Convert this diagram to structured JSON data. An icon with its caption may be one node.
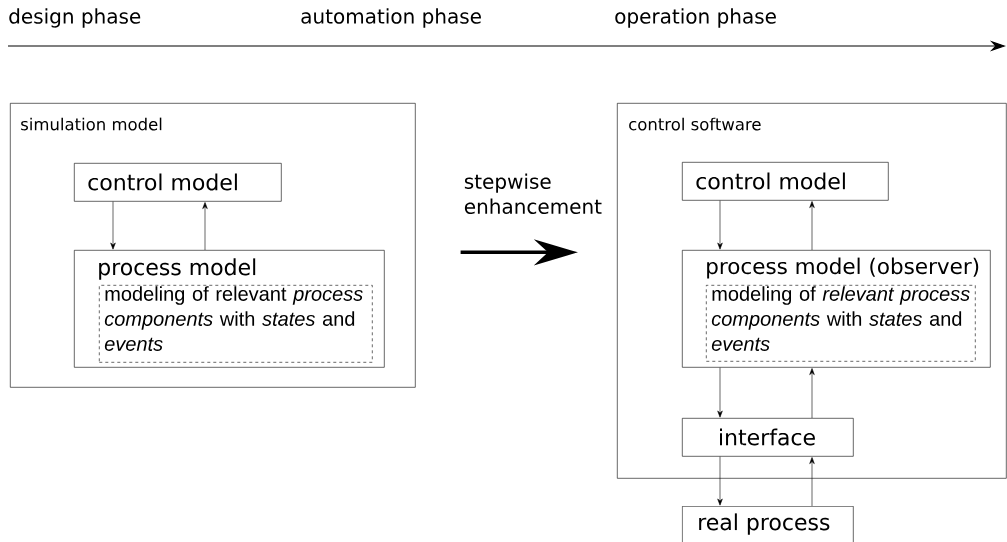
{
  "diagram": {
    "nodes": [
      {
        "text": [
          "simulation model"
        ]
      },
      {
        "text": [
          "control model"
        ],
        "in": 0
      },
      {
        "text": [
          "process model"
        ],
        "in": 0
      },
      {
        "text": [
          "modeling of relevant *process components* with *states* and *events*"
        ],
        "in": 2
      },
      {
        "text": [
          "control software"
        ]
      },
      {
        "text": [
          "control model"
        ],
        "in": 4
      },
      {
        "text": [
          "process model (observer)"
        ],
        "in": 4
      },
      {
        "text": [
          "modeling of *relevant process components* with *states* and *events*"
        ],
        "in": 6
      },
      {
        "text": [
          "interface"
        ],
        "in": 4
      },
      {
        "text": [
          "real process"
        ]
      }
    ],
    "edges": [
      {
        "from": 1,
        "to": 2,
        "arrow": "to"
      },
      {
        "from": 2,
        "to": 1,
        "arrow": "to"
      },
      {
        "from": 0,
        "to": 4,
        "arrow": "to",
        "label": "stepwise enhancement",
        "style": "thick"
      },
      {
        "from": 5,
        "to": 6,
        "arrow": "to"
      },
      {
        "from": 6,
        "to": 5,
        "arrow": "to"
      },
      {
        "from": 6,
        "to": 8,
        "arrow": "to"
      },
      {
        "from": 8,
        "to": 6,
        "arrow": "to"
      },
      {
        "from": 8,
        "to": 9,
        "arrow": "to"
      },
      {
        "from": 9,
        "to": 8,
        "arrow": "to"
      }
    ],
    "labels": [
      "design phase",
      "automation phase",
      "operation phase"
    ]
  }
}
